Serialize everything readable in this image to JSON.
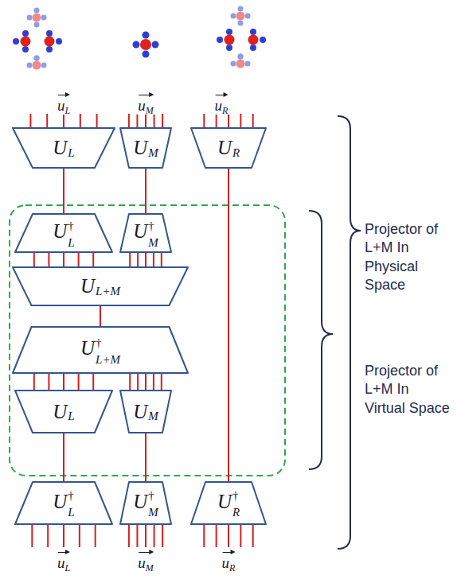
{
  "diagram": {
    "nodes": [
      {
        "text": [
          "UL"
        ]
      },
      {
        "text": [
          "UM"
        ]
      },
      {
        "text": [
          "UR"
        ]
      },
      {
        "text": [
          "U†L"
        ]
      },
      {
        "text": [
          "U†M"
        ]
      },
      {
        "text": [
          "UL+M"
        ]
      },
      {
        "text": [
          "U†L+M"
        ]
      },
      {
        "text": [
          "UL"
        ]
      },
      {
        "text": [
          "UM"
        ]
      },
      {
        "text": [
          "U†L"
        ]
      },
      {
        "text": [
          "U†M"
        ]
      },
      {
        "text": [
          "U†R"
        ]
      }
    ],
    "edges": [
      {
        "from": 0,
        "to": 3,
        "arrow": "none"
      },
      {
        "from": 1,
        "to": 4,
        "arrow": "none"
      },
      {
        "from": 2,
        "to": 11,
        "arrow": "none"
      },
      {
        "from": 3,
        "to": 5,
        "arrow": "none"
      },
      {
        "from": 4,
        "to": 5,
        "arrow": "none"
      },
      {
        "from": 5,
        "to": 6,
        "arrow": "none"
      },
      {
        "from": 6,
        "to": 7,
        "arrow": "none"
      },
      {
        "from": 6,
        "to": 8,
        "arrow": "none"
      },
      {
        "from": 7,
        "to": 9,
        "arrow": "none"
      },
      {
        "from": 8,
        "to": 10,
        "arrow": "none"
      }
    ],
    "labels": [
      "uL",
      "uM",
      "uR",
      "Projector of L+M In Physical Space",
      "Projector of L+M In Virtual Space",
      "uL",
      "uM",
      "uR"
    ]
  }
}
